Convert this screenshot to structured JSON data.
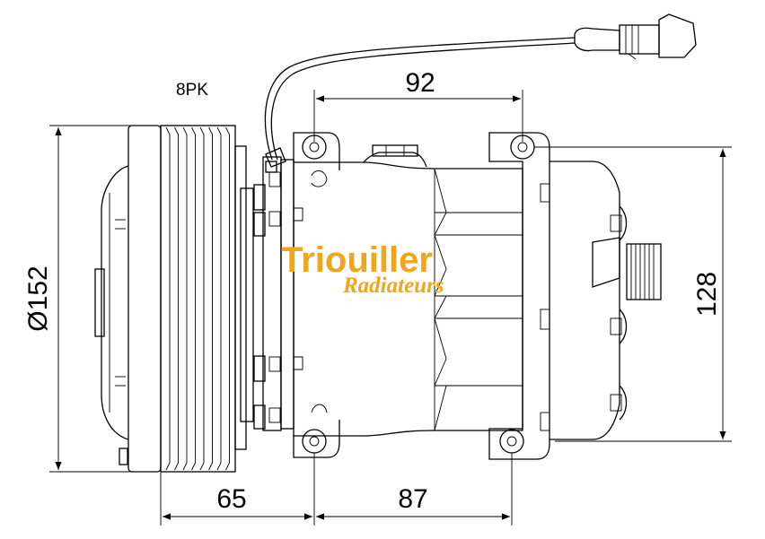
{
  "labels": {
    "belt": "8PK",
    "pulley_diameter": "Ø152",
    "top_width": "92",
    "height": "128",
    "pulley_offset": "65",
    "bottom_width": "87"
  },
  "logo": {
    "text": "Triouiller",
    "subtext": "Radiateurs",
    "color": "#f0a51c"
  }
}
